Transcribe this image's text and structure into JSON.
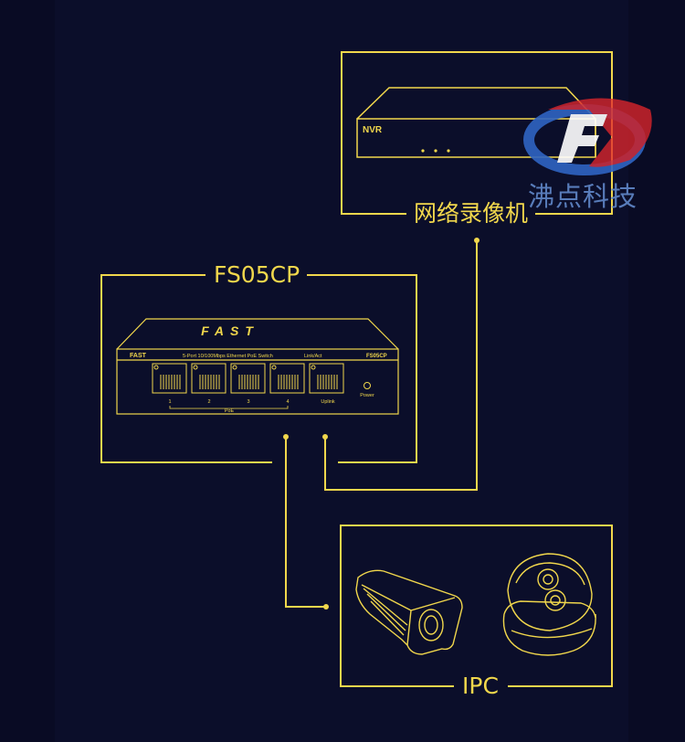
{
  "nvr_box": {
    "label": "网络录像机",
    "device_text": "NVR"
  },
  "switch_box": {
    "label": "FS05CP",
    "device": {
      "brand_top": "FAST",
      "brand": "FAST",
      "description": "5-Port 10/100Mbps Ethernet PoE Switch",
      "link_act": "Link/Act",
      "model": "FS05CP",
      "port_labels": [
        "1",
        "2",
        "3",
        "4",
        "Uplink"
      ],
      "poe_label": "PoE",
      "power_label": "Power"
    }
  },
  "ipc_box": {
    "label": "IPC"
  },
  "watermark": {
    "text": "沸点科技"
  },
  "colors": {
    "accent": "#f1d74c",
    "background": "#0b0e2a",
    "watermark_blue": "#2f64c2",
    "watermark_red": "#e0262c"
  }
}
